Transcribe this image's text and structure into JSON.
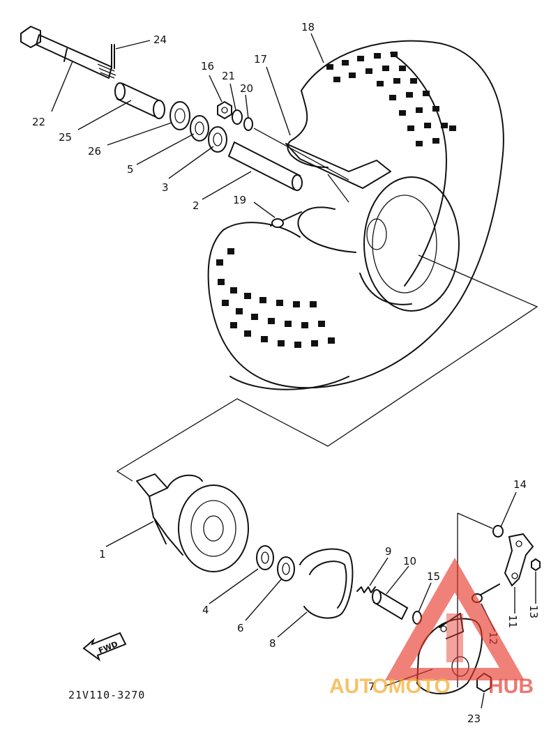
{
  "diagram": {
    "part_labels": [
      {
        "id": "p1",
        "text": "1"
      },
      {
        "id": "p2",
        "text": "2"
      },
      {
        "id": "p3",
        "text": "3"
      },
      {
        "id": "p4",
        "text": "4"
      },
      {
        "id": "p5",
        "text": "5"
      },
      {
        "id": "p6",
        "text": "6"
      },
      {
        "id": "p7",
        "text": "7"
      },
      {
        "id": "p8",
        "text": "8"
      },
      {
        "id": "p9",
        "text": "9"
      },
      {
        "id": "p10",
        "text": "10"
      },
      {
        "id": "p11",
        "text": "11"
      },
      {
        "id": "p12",
        "text": "12"
      },
      {
        "id": "p13",
        "text": "13"
      },
      {
        "id": "p14",
        "text": "14"
      },
      {
        "id": "p15",
        "text": "15"
      },
      {
        "id": "p16",
        "text": "16"
      },
      {
        "id": "p17",
        "text": "17"
      },
      {
        "id": "p18",
        "text": "18"
      },
      {
        "id": "p19",
        "text": "19"
      },
      {
        "id": "p20",
        "text": "20"
      },
      {
        "id": "p21",
        "text": "21"
      },
      {
        "id": "p22",
        "text": "22"
      },
      {
        "id": "p23",
        "text": "23"
      },
      {
        "id": "p24",
        "text": "24"
      },
      {
        "id": "p25",
        "text": "25"
      },
      {
        "id": "p26",
        "text": "26"
      }
    ],
    "fwd_label": "FWD",
    "drawing_code": "21V110-3270"
  },
  "watermark": {
    "text_part1": "AUTOMOTO",
    "text_part2": "HUB",
    "color_primary": "#e63a2e",
    "color_secondary": "#f5a623"
  }
}
